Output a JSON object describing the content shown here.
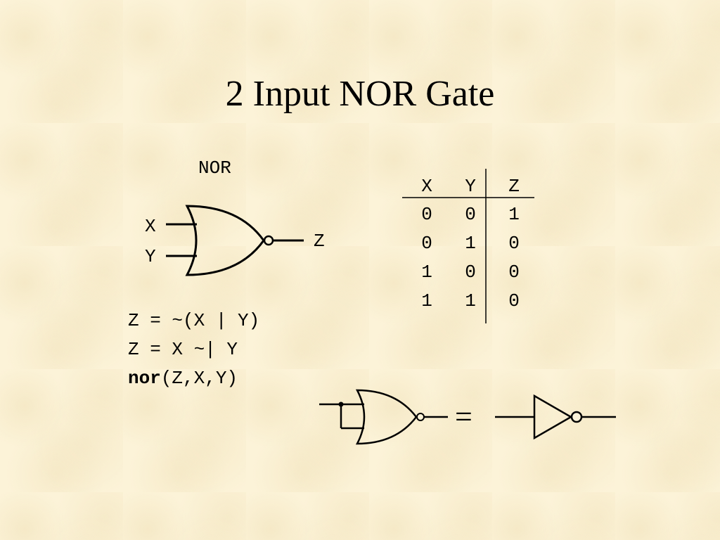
{
  "title": "2 Input NOR Gate",
  "gate_caption": "NOR",
  "inputs": {
    "x": "X",
    "y": "Y"
  },
  "output": "Z",
  "expressions": {
    "line1": "Z = ~(X | Y)",
    "line2": "Z = X ~| Y",
    "line3_keyword": "nor",
    "line3_args": "(Z,X,Y)"
  },
  "truth_table": {
    "headers": [
      "X",
      "Y",
      "Z"
    ],
    "rows": [
      [
        "0",
        "0",
        "1"
      ],
      [
        "0",
        "1",
        "0"
      ],
      [
        "1",
        "0",
        "0"
      ],
      [
        "1",
        "1",
        "0"
      ]
    ]
  },
  "equivalence_symbol": "="
}
